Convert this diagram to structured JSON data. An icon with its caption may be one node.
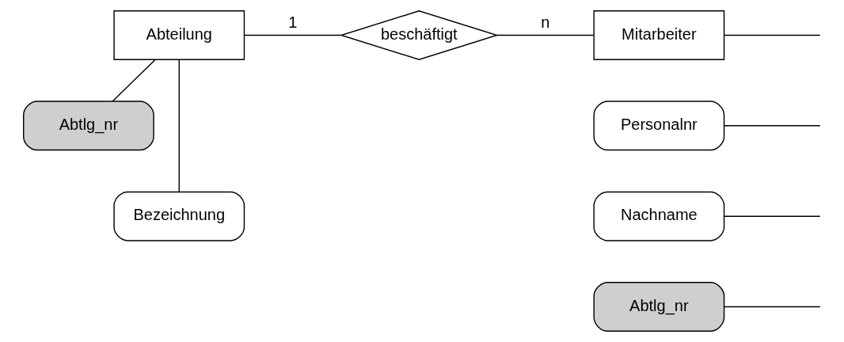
{
  "diagram": {
    "nodes": [
      {
        "text": [
          "Abteilung"
        ]
      },
      {
        "text": [
          "beschäftigt"
        ]
      },
      {
        "text": [
          "Mitarbeiter"
        ]
      },
      {
        "text": [
          "Abtlg_nr"
        ]
      },
      {
        "text": [
          "Bezeichnung"
        ]
      },
      {
        "text": [
          "Personalnr"
        ]
      },
      {
        "text": [
          "Nachname"
        ]
      },
      {
        "text": [
          "Abtlg_nr"
        ]
      }
    ],
    "edges": [
      {
        "from": 0,
        "to": 1,
        "arrow": "none",
        "label": "1"
      },
      {
        "from": 1,
        "to": 2,
        "arrow": "none",
        "label": "n"
      },
      {
        "from": 0,
        "to": 3,
        "arrow": "none"
      },
      {
        "from": 0,
        "to": 4,
        "arrow": "none"
      },
      {
        "from": 2,
        "to": null,
        "arrow": "none"
      },
      {
        "from": 5,
        "to": null,
        "arrow": "none"
      },
      {
        "from": 6,
        "to": null,
        "arrow": "none"
      },
      {
        "from": 7,
        "to": null,
        "arrow": "none"
      }
    ]
  }
}
